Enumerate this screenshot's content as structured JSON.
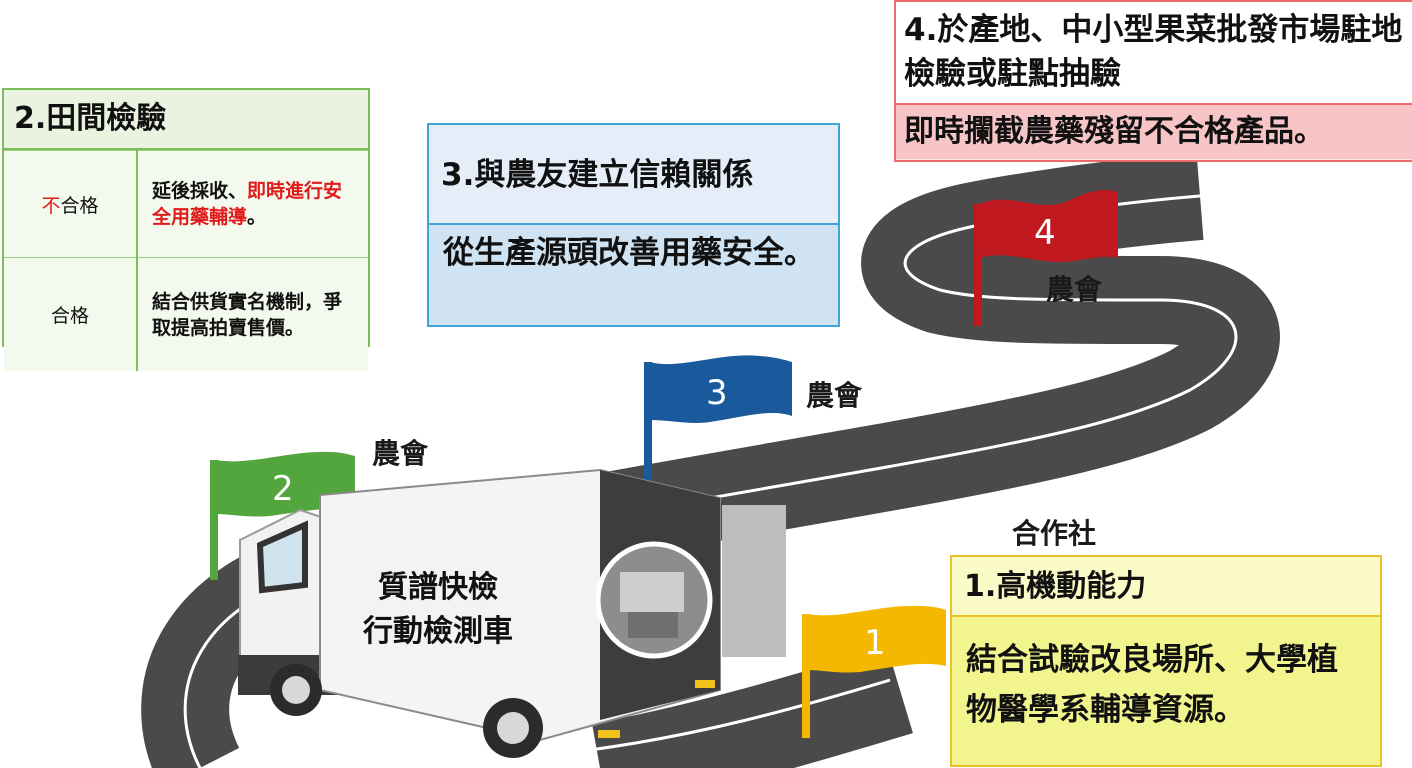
{
  "box_field_inspection": {
    "title": "2.田間檢驗",
    "rows": [
      {
        "result_prefix": "不",
        "result_suffix": "合格",
        "action_black": "延後採收、",
        "action_red": "即時進行安全用藥輔導",
        "action_end": "。"
      },
      {
        "result": "合格",
        "action": "結合供貨實名機制，爭取提高拍賣售價。"
      }
    ]
  },
  "box_trust": {
    "title": "3.與農友建立信賴關係",
    "body": "從生產源頭改善用藥安全。"
  },
  "box_market": {
    "title": "4.於產地、中小型果菜批發市場駐地檢驗或駐點抽驗",
    "body": "即時攔截農藥殘留不合格產品。"
  },
  "box_mobility": {
    "title": "1.高機動能力",
    "body": "結合試驗改良場所、大學植物醫學系輔導資源。"
  },
  "flags": [
    {
      "number": "1",
      "label": "合作社",
      "color": "#f5b800"
    },
    {
      "number": "2",
      "label": "農會",
      "color": "#52a63d"
    },
    {
      "number": "3",
      "label": "農會",
      "color": "#1a5a9c"
    },
    {
      "number": "4",
      "label": "農會",
      "color": "#c01a20"
    }
  ],
  "truck": {
    "sign_line1": "質譜快檢",
    "sign_line2": "行動檢測車"
  }
}
